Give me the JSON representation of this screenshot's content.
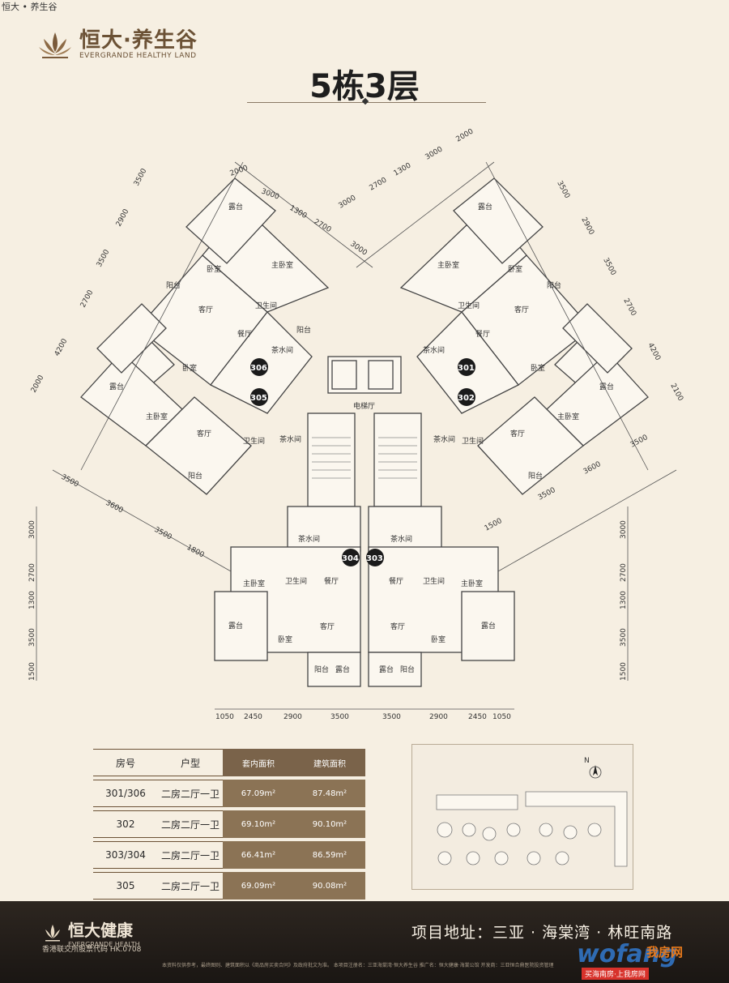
{
  "caption": "恒大 • 养生谷",
  "brand": {
    "name": "恒大·养生谷",
    "name_en": "EVERGRANDE HEALTHY LAND"
  },
  "title": "5栋3层",
  "plan": {
    "units": [
      "306",
      "305",
      "301",
      "302",
      "304",
      "303"
    ],
    "rooms": {
      "terrace": "露台",
      "master": "主卧室",
      "bedroom": "卧室",
      "balcony": "阳台",
      "living": "客厅",
      "dining": "餐厅",
      "bath": "卫生间",
      "tea": "茶水间",
      "lift": "电梯厅"
    },
    "dims_left_arm": [
      "3500",
      "2000",
      "3000",
      "1300",
      "2700",
      "3000",
      "2900",
      "3500",
      "2700",
      "4200",
      "2000"
    ],
    "dims_right_arm": [
      "2000",
      "3000",
      "1300",
      "2700",
      "3000",
      "3500",
      "2900",
      "3500",
      "2700",
      "4200",
      "2100"
    ],
    "dims_lower_left": [
      "3500",
      "3600",
      "3500",
      "1800"
    ],
    "dims_lower_right": [
      "3500",
      "3600",
      "3500",
      "1500"
    ],
    "dims_left_vertical": [
      "3000",
      "2700",
      "1300",
      "3500",
      "1500"
    ],
    "dims_right_vertical": [
      "3000",
      "2700",
      "1300",
      "3500",
      "1500"
    ],
    "dims_bottom": [
      "1050",
      "2450",
      "2900",
      "3500",
      "3500",
      "2900",
      "2450",
      "1050"
    ]
  },
  "table": {
    "headers": [
      "房号",
      "户型",
      "套内面积",
      "建筑面积"
    ],
    "rows": [
      [
        "301/306",
        "二房二厅一卫",
        "67.09m²",
        "87.48m²"
      ],
      [
        "302",
        "二房二厅一卫",
        "69.10m²",
        "90.10m²"
      ],
      [
        "303/304",
        "二房二厅一卫",
        "66.41m²",
        "86.59m²"
      ],
      [
        "305",
        "二房二厅一卫",
        "69.09m²",
        "90.08m²"
      ]
    ]
  },
  "siteplan": {
    "north": "N"
  },
  "footer": {
    "brand": "恒大健康",
    "brand_en": "EVERGRANDE HEALTH",
    "stock": "香港联交所股票代码 HK.0708",
    "address": "项目地址：三亚 · 海棠湾 · 林旺南路",
    "disclaimer": "本资料仅供参考，最终图则、建筑面积以《商品房买卖合同》及政府批文为准。 本项目注册名：三亚海棠湾·恒大养生谷 推广名：恒大健康·海棠公馆 开发商：三亚恒合鼎医院投资管理"
  },
  "watermark": {
    "text": "wofang",
    "tag": "我房网",
    "sub": "买海南房·上我房网"
  },
  "colors": {
    "background": "#f6efe2",
    "accent": "#8b7355",
    "footer": "#1f1a16"
  }
}
